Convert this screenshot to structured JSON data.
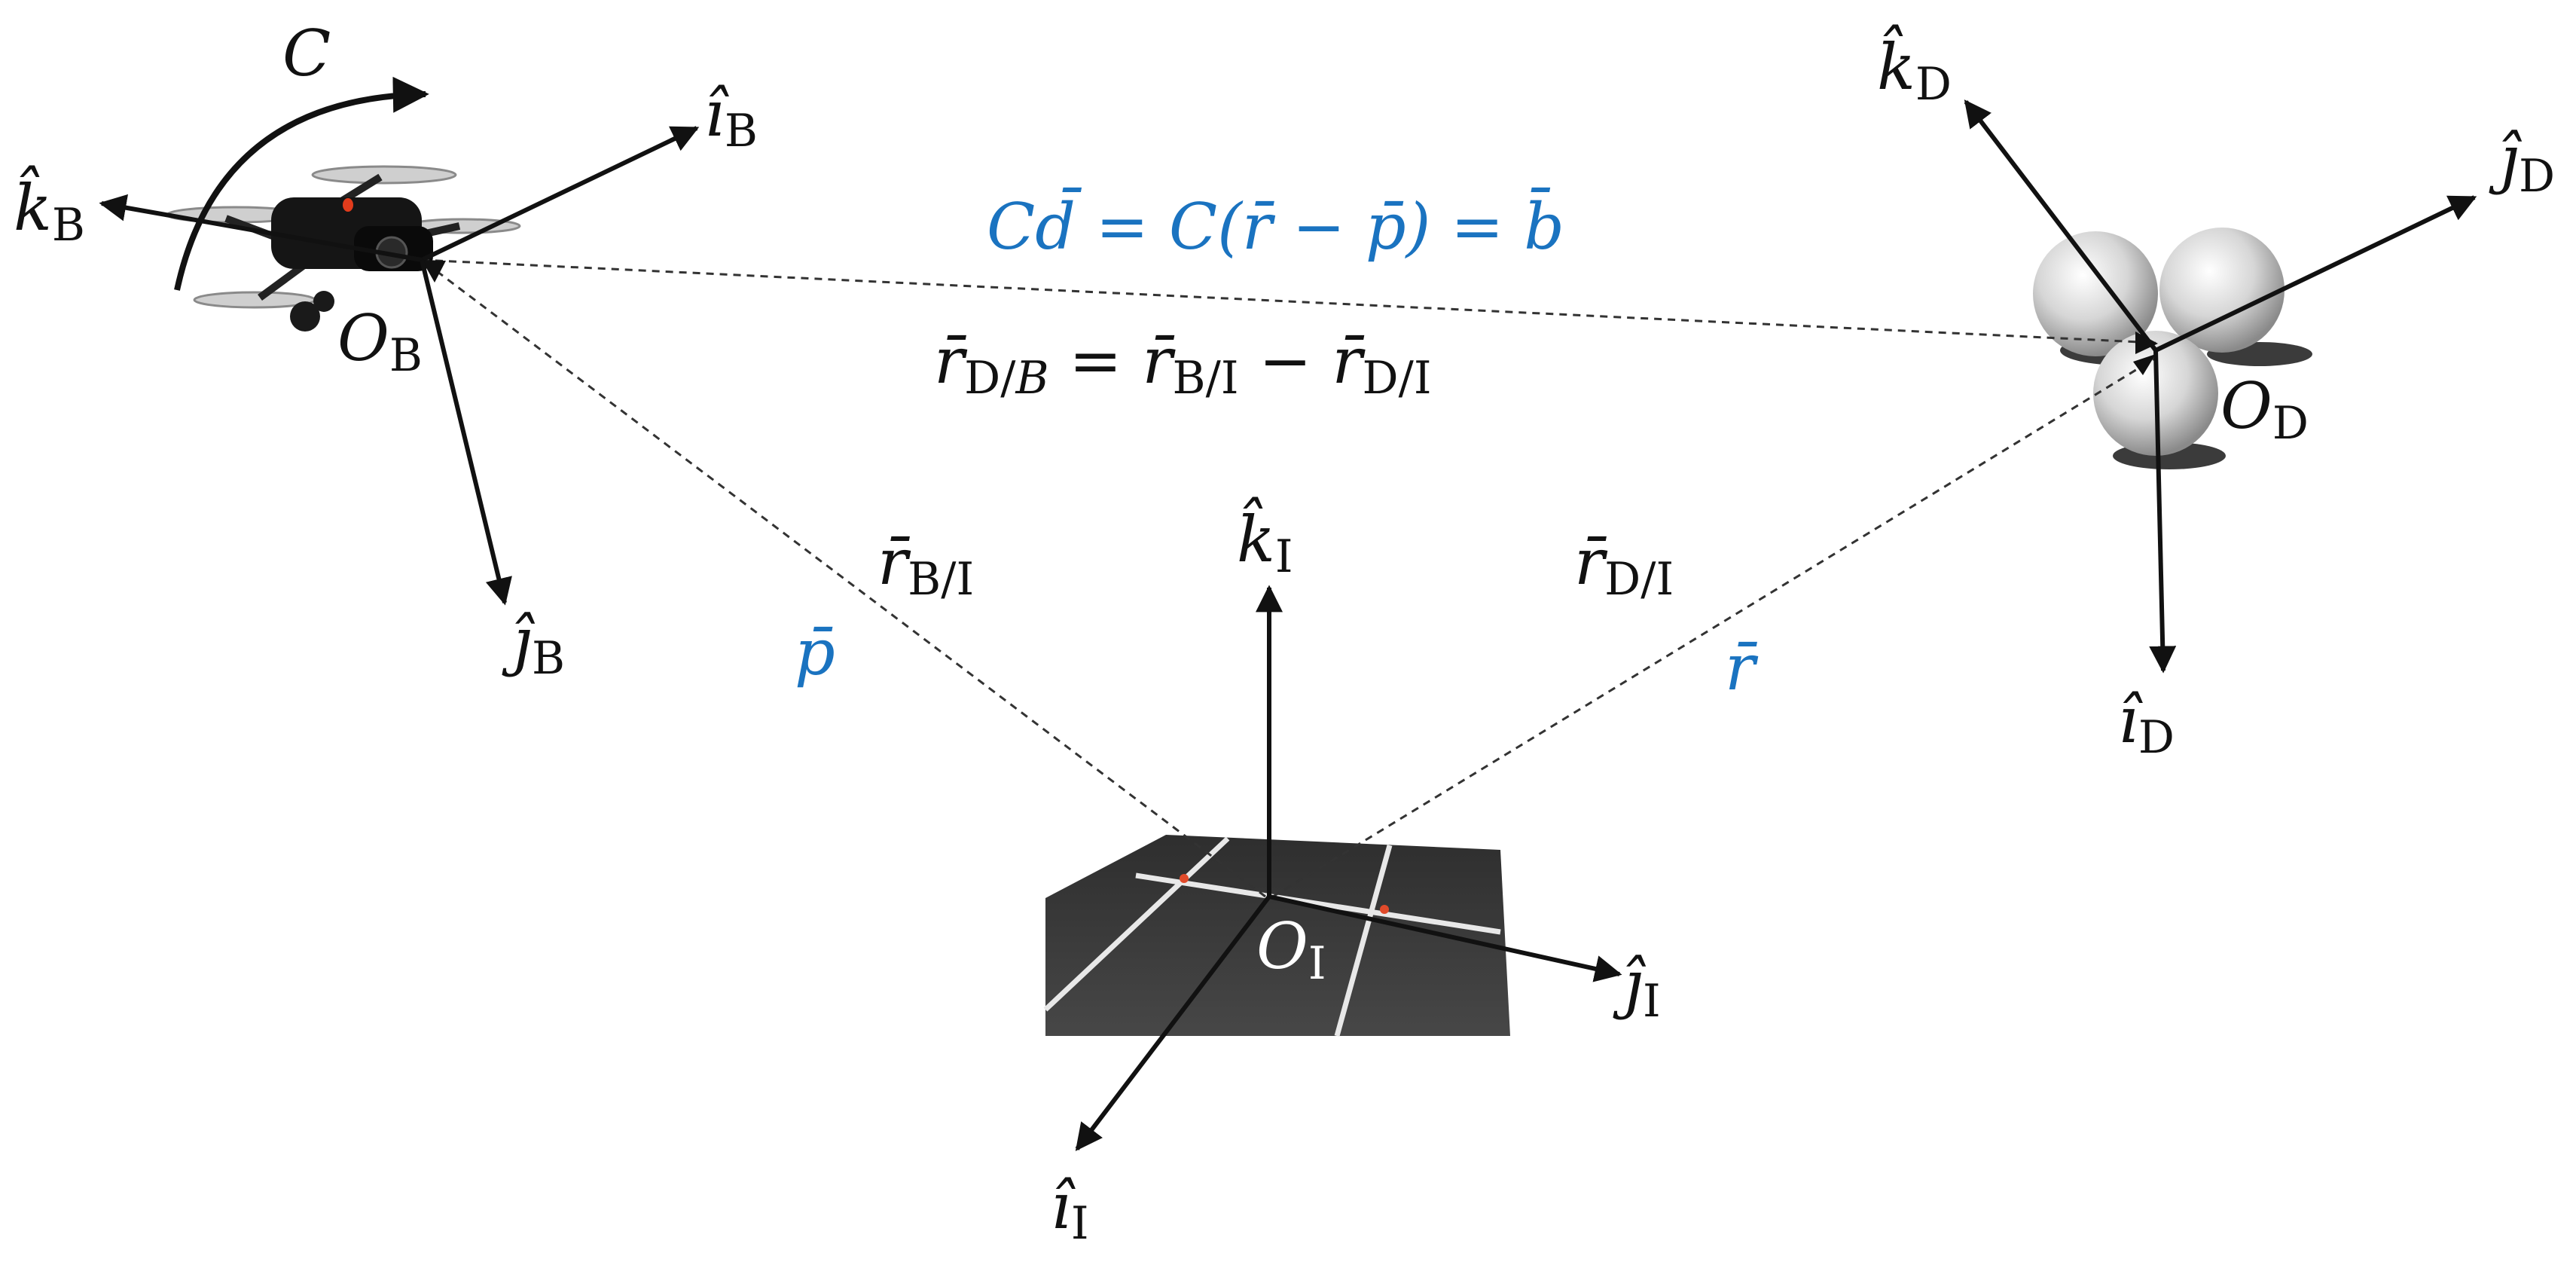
{
  "colors": {
    "arrow": "#111111",
    "dashed": "#333333",
    "blue_text": "#1a73c0",
    "floor": "#3a3a3a",
    "floor_line": "#e8e8e8",
    "drone": "#151515",
    "sphere": "#d9d9d9"
  },
  "icons": {
    "drone": "quadcopter-icon",
    "spheres": "marker-spheres-icon",
    "floor": "floor-tile-icon"
  },
  "labels": {
    "C": "C",
    "body": {
      "i": {
        "base": "î",
        "sub": "B"
      },
      "j": {
        "base": "ĵ",
        "sub": "B"
      },
      "k": {
        "base": "k̂",
        "sub": "B"
      },
      "origin": {
        "base": "O",
        "sub": "B"
      }
    },
    "docking": {
      "i": {
        "base": "î",
        "sub": "D"
      },
      "j": {
        "base": "ĵ",
        "sub": "D"
      },
      "k": {
        "base": "k̂",
        "sub": "D"
      },
      "origin": {
        "base": "O",
        "sub": "D"
      }
    },
    "inertial": {
      "i": {
        "base": "î",
        "sub": "I"
      },
      "j": {
        "base": "ĵ",
        "sub": "I"
      },
      "k": {
        "base": "k̂",
        "sub": "I"
      },
      "origin": {
        "base": "O",
        "sub": "I"
      }
    },
    "r_BI": {
      "base": "r̄",
      "sub": "B/I"
    },
    "r_DI": {
      "base": "r̄",
      "sub": "D/I"
    },
    "p": "p̄",
    "r": "r̄"
  },
  "equations": {
    "blue": {
      "part1": "C",
      "d": "d̄",
      "part2": " = C(",
      "r": "r̄",
      "minus": " − ",
      "p": "p̄",
      "part3": ") = ",
      "b": "b̄"
    },
    "black": {
      "lhs_base": "r̄",
      "lhs_sub": "D/",
      "lhs_sub_italic": "B",
      "eq": " = ",
      "t1_base": "r̄",
      "t1_sub": "B/I",
      "minus": " − ",
      "t2_base": "r̄",
      "t2_sub": "D/I"
    }
  }
}
